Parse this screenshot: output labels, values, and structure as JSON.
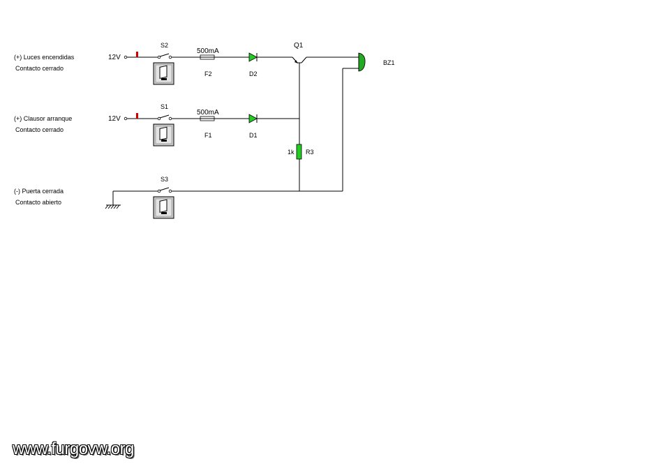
{
  "circuits": [
    {
      "id": "luces",
      "label_line1": "(+) Luces encendidas",
      "label_line2": "Contacto cerrado",
      "voltage": "12V",
      "switch": "S2",
      "fuse_value": "500mA",
      "fuse": "F2",
      "diode": "D2"
    },
    {
      "id": "clausor",
      "label_line1": "(+) Clausor arranque",
      "label_line2": "Contacto cerrado",
      "voltage": "12V",
      "switch": "S1",
      "fuse_value": "500mA",
      "fuse": "F1",
      "diode": "D1"
    },
    {
      "id": "puerta",
      "label_line1": "(-) Puerta cerrada",
      "label_line2": "Contacto abierto",
      "switch": "S3"
    }
  ],
  "transistor": "Q1",
  "buzzer": "BZ1",
  "resistor": {
    "name": "R3",
    "value": "1k"
  },
  "watermark": "www.furgovw.org",
  "colors": {
    "diode": "#22cc22",
    "resistor": "#22cc22",
    "buzzer": "#22aa22",
    "terminal_marker": "#cc0000",
    "switch_box": "#c8c8c8"
  }
}
